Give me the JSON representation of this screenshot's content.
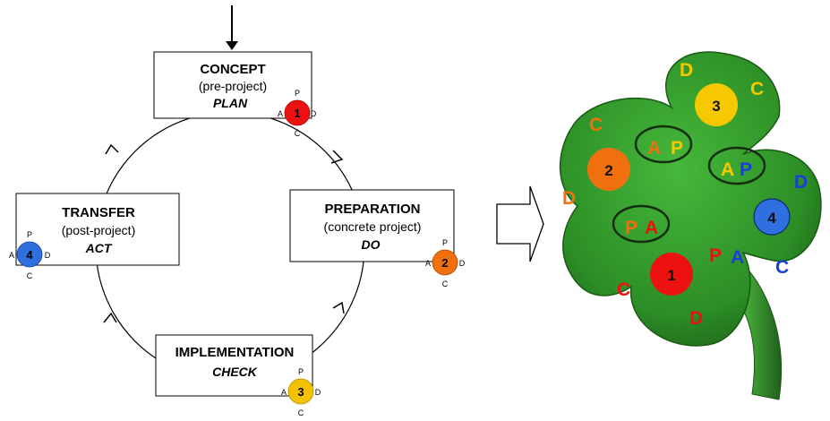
{
  "cycle": {
    "concept": {
      "title": "CONCEPT",
      "subtitle": "(pre-project)",
      "phase": "PLAN",
      "badge": "1",
      "color": "#ee1111"
    },
    "preparation": {
      "title": "PREPARATION",
      "subtitle": "(concrete project)",
      "phase": "DO",
      "badge": "2",
      "color": "#f07010"
    },
    "implementation": {
      "title": "IMPLEMENTATION",
      "phase": "CHECK",
      "badge": "3",
      "color": "#f5c200"
    },
    "transfer": {
      "title": "TRANSFER",
      "subtitle": "(post-project)",
      "phase": "ACT",
      "badge": "4",
      "color": "#2f6fe0"
    },
    "pdca": {
      "p": "P",
      "d": "D",
      "c": "C",
      "a": "A"
    }
  },
  "clover": {
    "leaf_color": "#2f9a2a",
    "numbers": [
      "1",
      "2",
      "3",
      "4"
    ],
    "letters": {
      "red_p": "P",
      "red_a": "A",
      "red_c": "C",
      "red_d": "D",
      "orange_c": "C",
      "orange_d": "D",
      "orange_a": "A",
      "orange_p": "P",
      "yellow_d": "D",
      "yellow_c": "C",
      "yellow_a": "A",
      "yellow_p": "P",
      "blue_d": "D",
      "blue_p": "P",
      "blue_a": "A",
      "blue_c": "C",
      "pair_pa_p": "P",
      "pair_pa_a": "A"
    }
  }
}
